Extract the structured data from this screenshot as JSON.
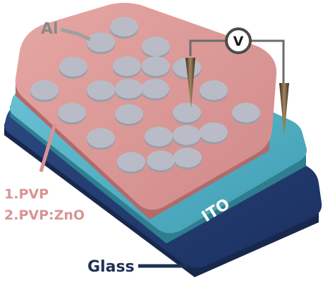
{
  "labels": {
    "top_electrode": "Al",
    "dielectric_1": "1.PVP",
    "dielectric_2": "2.PVP:ZnO",
    "bottom_electrode": "ITO",
    "substrate": "Glass",
    "meter": "V"
  },
  "colors": {
    "glass": "#243f72",
    "glass_side": "#1a2e58",
    "ito": "#57b4c7",
    "ito_side": "#3d94a8",
    "dielectric": "#d99393",
    "dielectric_side": "#b97272",
    "electrode": "#b9bcc6",
    "electrode_edge": "#9a9ea8",
    "label_pink": "#d99393",
    "label_gray": "#8a8a8a",
    "label_dark": "#1f3057"
  },
  "electrode_grid": {
    "rows": 5,
    "columns": 5,
    "electrode_count": 23
  },
  "probes": {
    "count": 2,
    "connected_to": "V"
  }
}
